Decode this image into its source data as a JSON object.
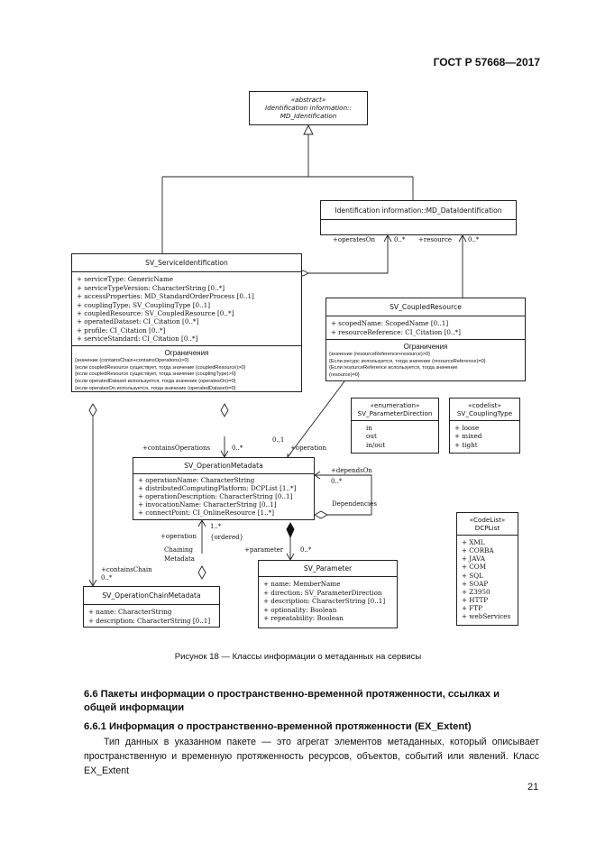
{
  "header": {
    "doc_id": "ГОСТ Р 57668—2017"
  },
  "diagram": {
    "abstract": {
      "stereotype": "«abstract»",
      "line1": "Identification information::",
      "line2": "MD_Identification"
    },
    "data_identification": {
      "title": "Identification information::MD_DataIdentification"
    },
    "service_identification": {
      "title": "SV_ServiceIdentification",
      "attributes": [
        "+ serviceType: GenericName",
        "+ serviceTypeVersion: CharacterString [0..*]",
        "+ accessProperties: MD_StandardOrderProcess [0..1]",
        "+ couplingType: SV_CouplingType [0..1]",
        "+ coupledResource: SV_CoupledResource [0..*]",
        "+ operatedDataset: CI_Citation [0..*]",
        "+ profile: CI_Citation [0..*]",
        "+ serviceStandard: CI_Citation [0..*]"
      ],
      "constraints_header": "Ограничения",
      "constraints": [
        "{значение (containsChain+containsOperations)>0}",
        "{если coupledResource существует, тогда значение (coupledResource)>0}",
        "{если coupledResource существует, тогда значение (couplingType)>0}",
        "{если operatedDataset используется, тогда значение (operatesOn)=0}",
        "{если operatesOn используется, тогда значение (operatedDataset)=0}"
      ]
    },
    "coupled_resource": {
      "title": "SV_CoupledResource",
      "attributes": [
        "+ scopedName: ScopedName [0..1]",
        "+ resourceReference: CI_Citation [0..*]"
      ],
      "constraints_header": "Ограничения",
      "constraints": [
        "{значение (resourceReference+resource)>0}",
        "{Если ресурс используется, тогда значение (resourceReference)=0}",
        "{Если resourceReference используется, тогда значение",
        "(resource)=0}"
      ]
    },
    "parameter_direction": {
      "stereotype": "«enumeration»",
      "title": "SV_ParameterDirection",
      "values": [
        "in",
        "out",
        "in/out"
      ]
    },
    "coupling_type": {
      "stereotype": "«codelist»",
      "title": "SV_CouplingType",
      "values": [
        "+ loose",
        "+ mixed",
        "+ tight"
      ]
    },
    "operation_metadata": {
      "title": "SV_OperationMetadata",
      "attributes": [
        "+ operationName: CharacterString",
        "+ distributedComputingPlatform: DCPList [1..*]",
        "+ operationDescription: CharacterString [0..1]",
        "+ invocationName: CharacterString [0..1]",
        "+ connectPoint: CI_OnlineResource [1..*]"
      ]
    },
    "dcplist": {
      "stereotype": "«CodeList»",
      "title": "DCPList",
      "values": [
        "+ XML",
        "+ CORBA",
        "+ JAVA",
        "+ COM",
        "+ SQL",
        "+ SOAP",
        "+ Z3950",
        "+ HTTP",
        "+ FTP",
        "+ webServices"
      ]
    },
    "parameter": {
      "title": "SV_Parameter",
      "attributes": [
        "+ name: MemberName",
        "+ direction: SV_ParameterDirection",
        "+ description: CharacterString [0..1]",
        "+ optionality: Boolean",
        "+ repeatability: Boolean"
      ]
    },
    "chain_metadata": {
      "title": "SV_OperationChainMetadata",
      "attributes": [
        "+ name: CharacterString",
        "+ description: CharacterString [0..1]"
      ]
    },
    "labels": {
      "operates_on": "+operatesOn",
      "operates_on_mult": "0..*",
      "resource": "+resource",
      "resource_mult": "0..*",
      "contains_operations": "+containsOperations",
      "contains_operations_mult": "0..*",
      "op_mult_1": "0..1",
      "operation": "+operation",
      "depends_on": "+dependsOn",
      "depends_on_mult": "0..*",
      "dependencies": "Dependencies",
      "chain_mult": "1..*",
      "ordered": "{ordered}",
      "chain_operation": "+operation",
      "chaining_1": "Chaining",
      "chaining_2": "Metadata",
      "parameter": "+parameter",
      "parameter_mult": "0..*",
      "contains_chain": "+containsChain",
      "contains_chain_mult": "0..*"
    }
  },
  "caption": "Рисунок 18 — Классы информации о метаданных на сервисы",
  "section_heading": "6.6 Пакеты информации о пространственно-временной протяженности, ссылках и общей информации",
  "subsection_heading": "6.6.1 Информация о пространственно-временной протяженности (EX_Extent)",
  "paragraph": "Тип данных в указанном пакете — это агрегат элементов метаданных, который описывает пространственную и временную протяженность ресурсов, объектов, событий или явлений. Класс EX_Extent",
  "page_number": "21"
}
